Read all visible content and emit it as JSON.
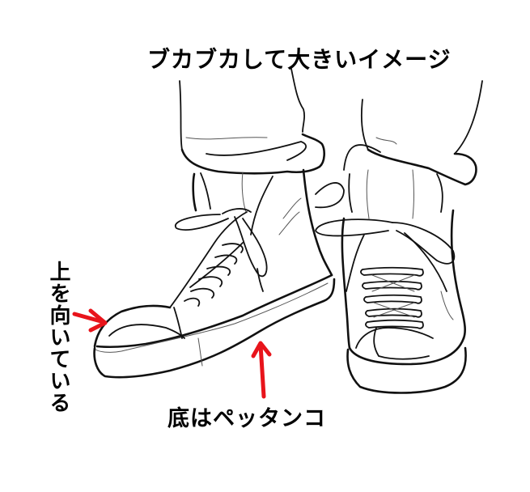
{
  "illustration": {
    "subject": "sneakers-line-art",
    "background": "#ffffff",
    "ink_color": "#111111",
    "arrow_color": "#e8141b"
  },
  "labels": {
    "title": "ブカブカして大きいイメージ",
    "toe_note": "上を向いている",
    "sole_note": "底はペッタンコ"
  },
  "arrows": [
    {
      "name": "toe-arrow",
      "direction": "right-down",
      "points_to": "toe"
    },
    {
      "name": "sole-arrow",
      "direction": "up",
      "points_to": "sole"
    }
  ]
}
